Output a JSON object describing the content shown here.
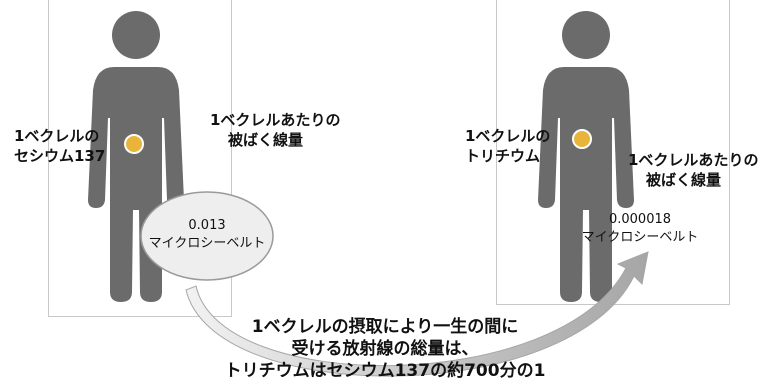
{
  "left": {
    "substance_label": [
      "1ベクレルの",
      "セシウム137"
    ],
    "dose_caption": [
      "1ベクレルあたりの",
      "被ばく線量"
    ],
    "dose_value": "0.013",
    "dose_unit": "マイクロシーベルト"
  },
  "right": {
    "substance_label": [
      "1ベクレルの",
      "トリチウム"
    ],
    "dose_caption": [
      "1ベクレルあたりの",
      "被ばく線量"
    ],
    "dose_value": "0.000018",
    "dose_unit": "マイクロシーベルト"
  },
  "summary": [
    "1ベクレルの摂取により一生の間に",
    "受ける放射線の総量は、",
    "トリチウムはセシウム137の約700分の1"
  ],
  "colors": {
    "figure": "#6b6b6b",
    "dot": "#e8b53a",
    "dot_outline": "#ffffff",
    "panel_border": "#c8c8c8",
    "bubble_fill": "#eeeeee",
    "bubble_stroke": "#9a9a9a",
    "arrow_light": "#f2f2f2",
    "arrow_dark": "#a6a6a6"
  }
}
